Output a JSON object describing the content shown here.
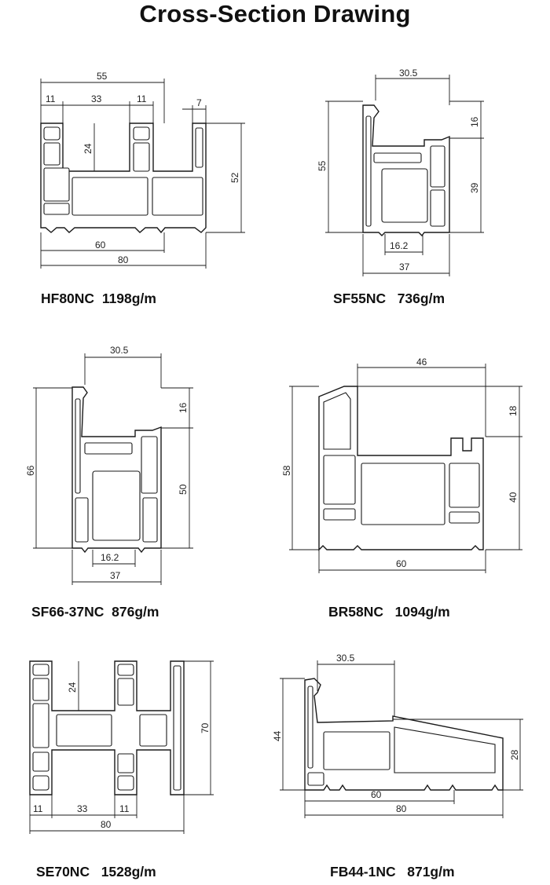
{
  "title": "Cross-Section Drawing",
  "profiles": [
    {
      "name": "HF80NC",
      "weight": "1198g/m",
      "dims": [
        "55",
        "11",
        "33",
        "11",
        "7",
        "24",
        "52",
        "60",
        "80"
      ]
    },
    {
      "name": "SF55NC",
      "weight": "736g/m",
      "dims": [
        "30.5",
        "16",
        "55",
        "39",
        "16.2",
        "37"
      ]
    },
    {
      "name": "SF66-37NC",
      "weight": "876g/m",
      "dims": [
        "30.5",
        "16",
        "66",
        "50",
        "16.2",
        "37"
      ]
    },
    {
      "name": "BR58NC",
      "weight": "1094g/m",
      "dims": [
        "46",
        "18",
        "58",
        "40",
        "60"
      ]
    },
    {
      "name": "SE70NC",
      "weight": "1528g/m",
      "dims": [
        "24",
        "70",
        "11",
        "33",
        "11",
        "80"
      ]
    },
    {
      "name": "FB44-1NC",
      "weight": "871g/m",
      "dims": [
        "30.5",
        "44",
        "28",
        "60",
        "80"
      ]
    }
  ]
}
